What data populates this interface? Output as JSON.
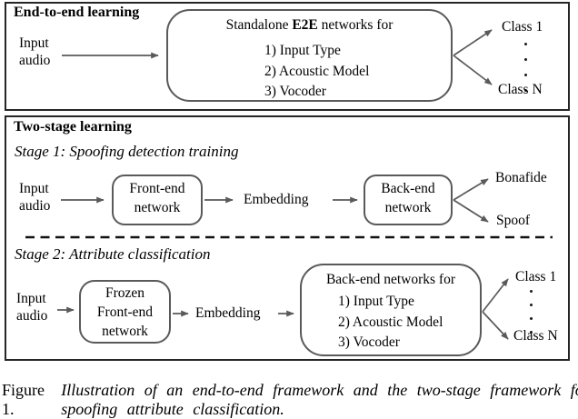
{
  "panel_e2e": {
    "title": "End-to-end learning",
    "input_label": "Input\naudio",
    "box": {
      "heading_prefix": "Standalone ",
      "heading_bold": "E2E",
      "heading_suffix": " networks for",
      "items": [
        "1) Input Type",
        "2) Acoustic Model",
        "3) Vocoder"
      ]
    },
    "class_top": "Class 1",
    "class_bottom": "Class N"
  },
  "panel_two_stage": {
    "title": "Two-stage learning",
    "stage1": {
      "label": "Stage 1: Spoofing detection training",
      "input_label": "Input\naudio",
      "frontend_box": "Front-end\nnetwork",
      "embedding_label": "Embedding",
      "backend_box": "Back-end\nnetwork",
      "output_top": "Bonafide",
      "output_bottom": "Spoof"
    },
    "stage2": {
      "label": "Stage 2: Attribute classification",
      "input_label": "Input\naudio",
      "frontend_box": "Frozen\nFront-end\nnetwork",
      "embedding_label": "Embedding",
      "backend_heading": "Back-end networks for",
      "backend_items": [
        "1) Input Type",
        "2) Acoustic Model",
        "3) Vocoder"
      ],
      "class_top": "Class 1",
      "class_bottom": "Class N"
    }
  },
  "caption": {
    "prefix": "Figure 1.",
    "text": "Illustration of an end-to-end framework and the two-stage framework for spoofing attribute classification."
  },
  "colors": {
    "panel_border": "#262626",
    "box_border": "#5a5a5a",
    "arrow": "#5a5a5a",
    "text": "#000000"
  }
}
